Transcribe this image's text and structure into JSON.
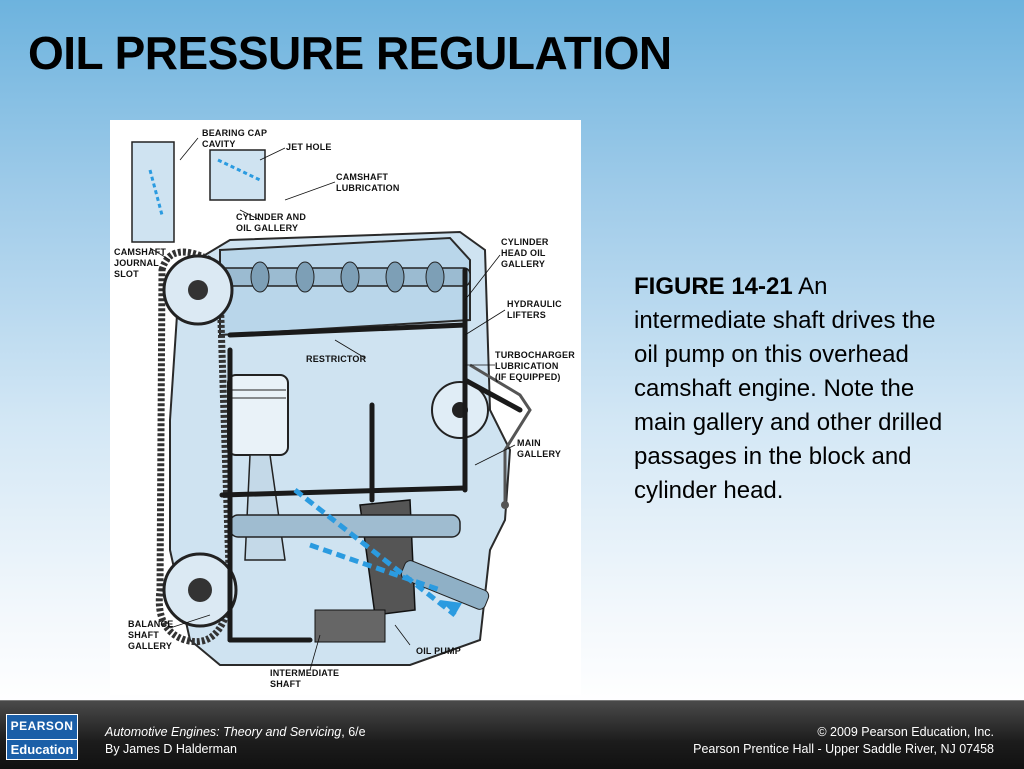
{
  "slide": {
    "title": "OIL PRESSURE REGULATION"
  },
  "figure": {
    "labels": {
      "bearing_cap_cavity_1": "BEARING CAP",
      "bearing_cap_cavity_2": "CAVITY",
      "jet_hole": "JET HOLE",
      "camshaft_lubrication_1": "CAMSHAFT",
      "camshaft_lubrication_2": "LUBRICATION",
      "cylinder_oil_gallery_1": "CYLINDER AND",
      "cylinder_oil_gallery_2": "OIL GALLERY",
      "camshaft_journal_slot_1": "CAMSHAFT",
      "camshaft_journal_slot_2": "JOURNAL",
      "camshaft_journal_slot_3": "SLOT",
      "cylinder_head_oil_gallery_1": "CYLINDER",
      "cylinder_head_oil_gallery_2": "HEAD OIL",
      "cylinder_head_oil_gallery_3": "GALLERY",
      "hydraulic_lifters_1": "HYDRAULIC",
      "hydraulic_lifters_2": "LIFTERS",
      "restrictor": "RESTRICTOR",
      "turbocharger_1": "TURBOCHARGER",
      "turbocharger_2": "LUBRICATION",
      "turbocharger_3": "(IF EQUIPPED)",
      "main_gallery_1": "MAIN",
      "main_gallery_2": "GALLERY",
      "balance_shaft_1": "BALANCE",
      "balance_shaft_2": "SHAFT",
      "balance_shaft_3": "GALLERY",
      "oil_pump": "OIL PUMP",
      "intermediate_shaft_1": "INTERMEDIATE",
      "intermediate_shaft_2": "SHAFT"
    }
  },
  "caption": {
    "figure_number": "FIGURE 14-21",
    "text": " An intermediate shaft drives the oil pump on this overhead camshaft engine. Note the main gallery and other drilled passages in the block and cylinder head."
  },
  "footer": {
    "logo_top": "PEARSON",
    "logo_bottom": "Education",
    "book_title": "Automotive Engines: Theory and Servicing",
    "edition": ", 6/e",
    "author": "By James D Halderman",
    "copyright": "© 2009 Pearson Education, Inc.",
    "publisher": "Pearson Prentice Hall - Upper Saddle River, NJ 07458"
  },
  "colors": {
    "engine_fill": "#cfe3f1",
    "engine_stroke": "#2a2a2a",
    "oil_passage": "#1a1a1a",
    "oil_flow": "#2b9be0",
    "footer_bg": "#1c1c1c",
    "logo_bg": "#1b5fa8"
  }
}
